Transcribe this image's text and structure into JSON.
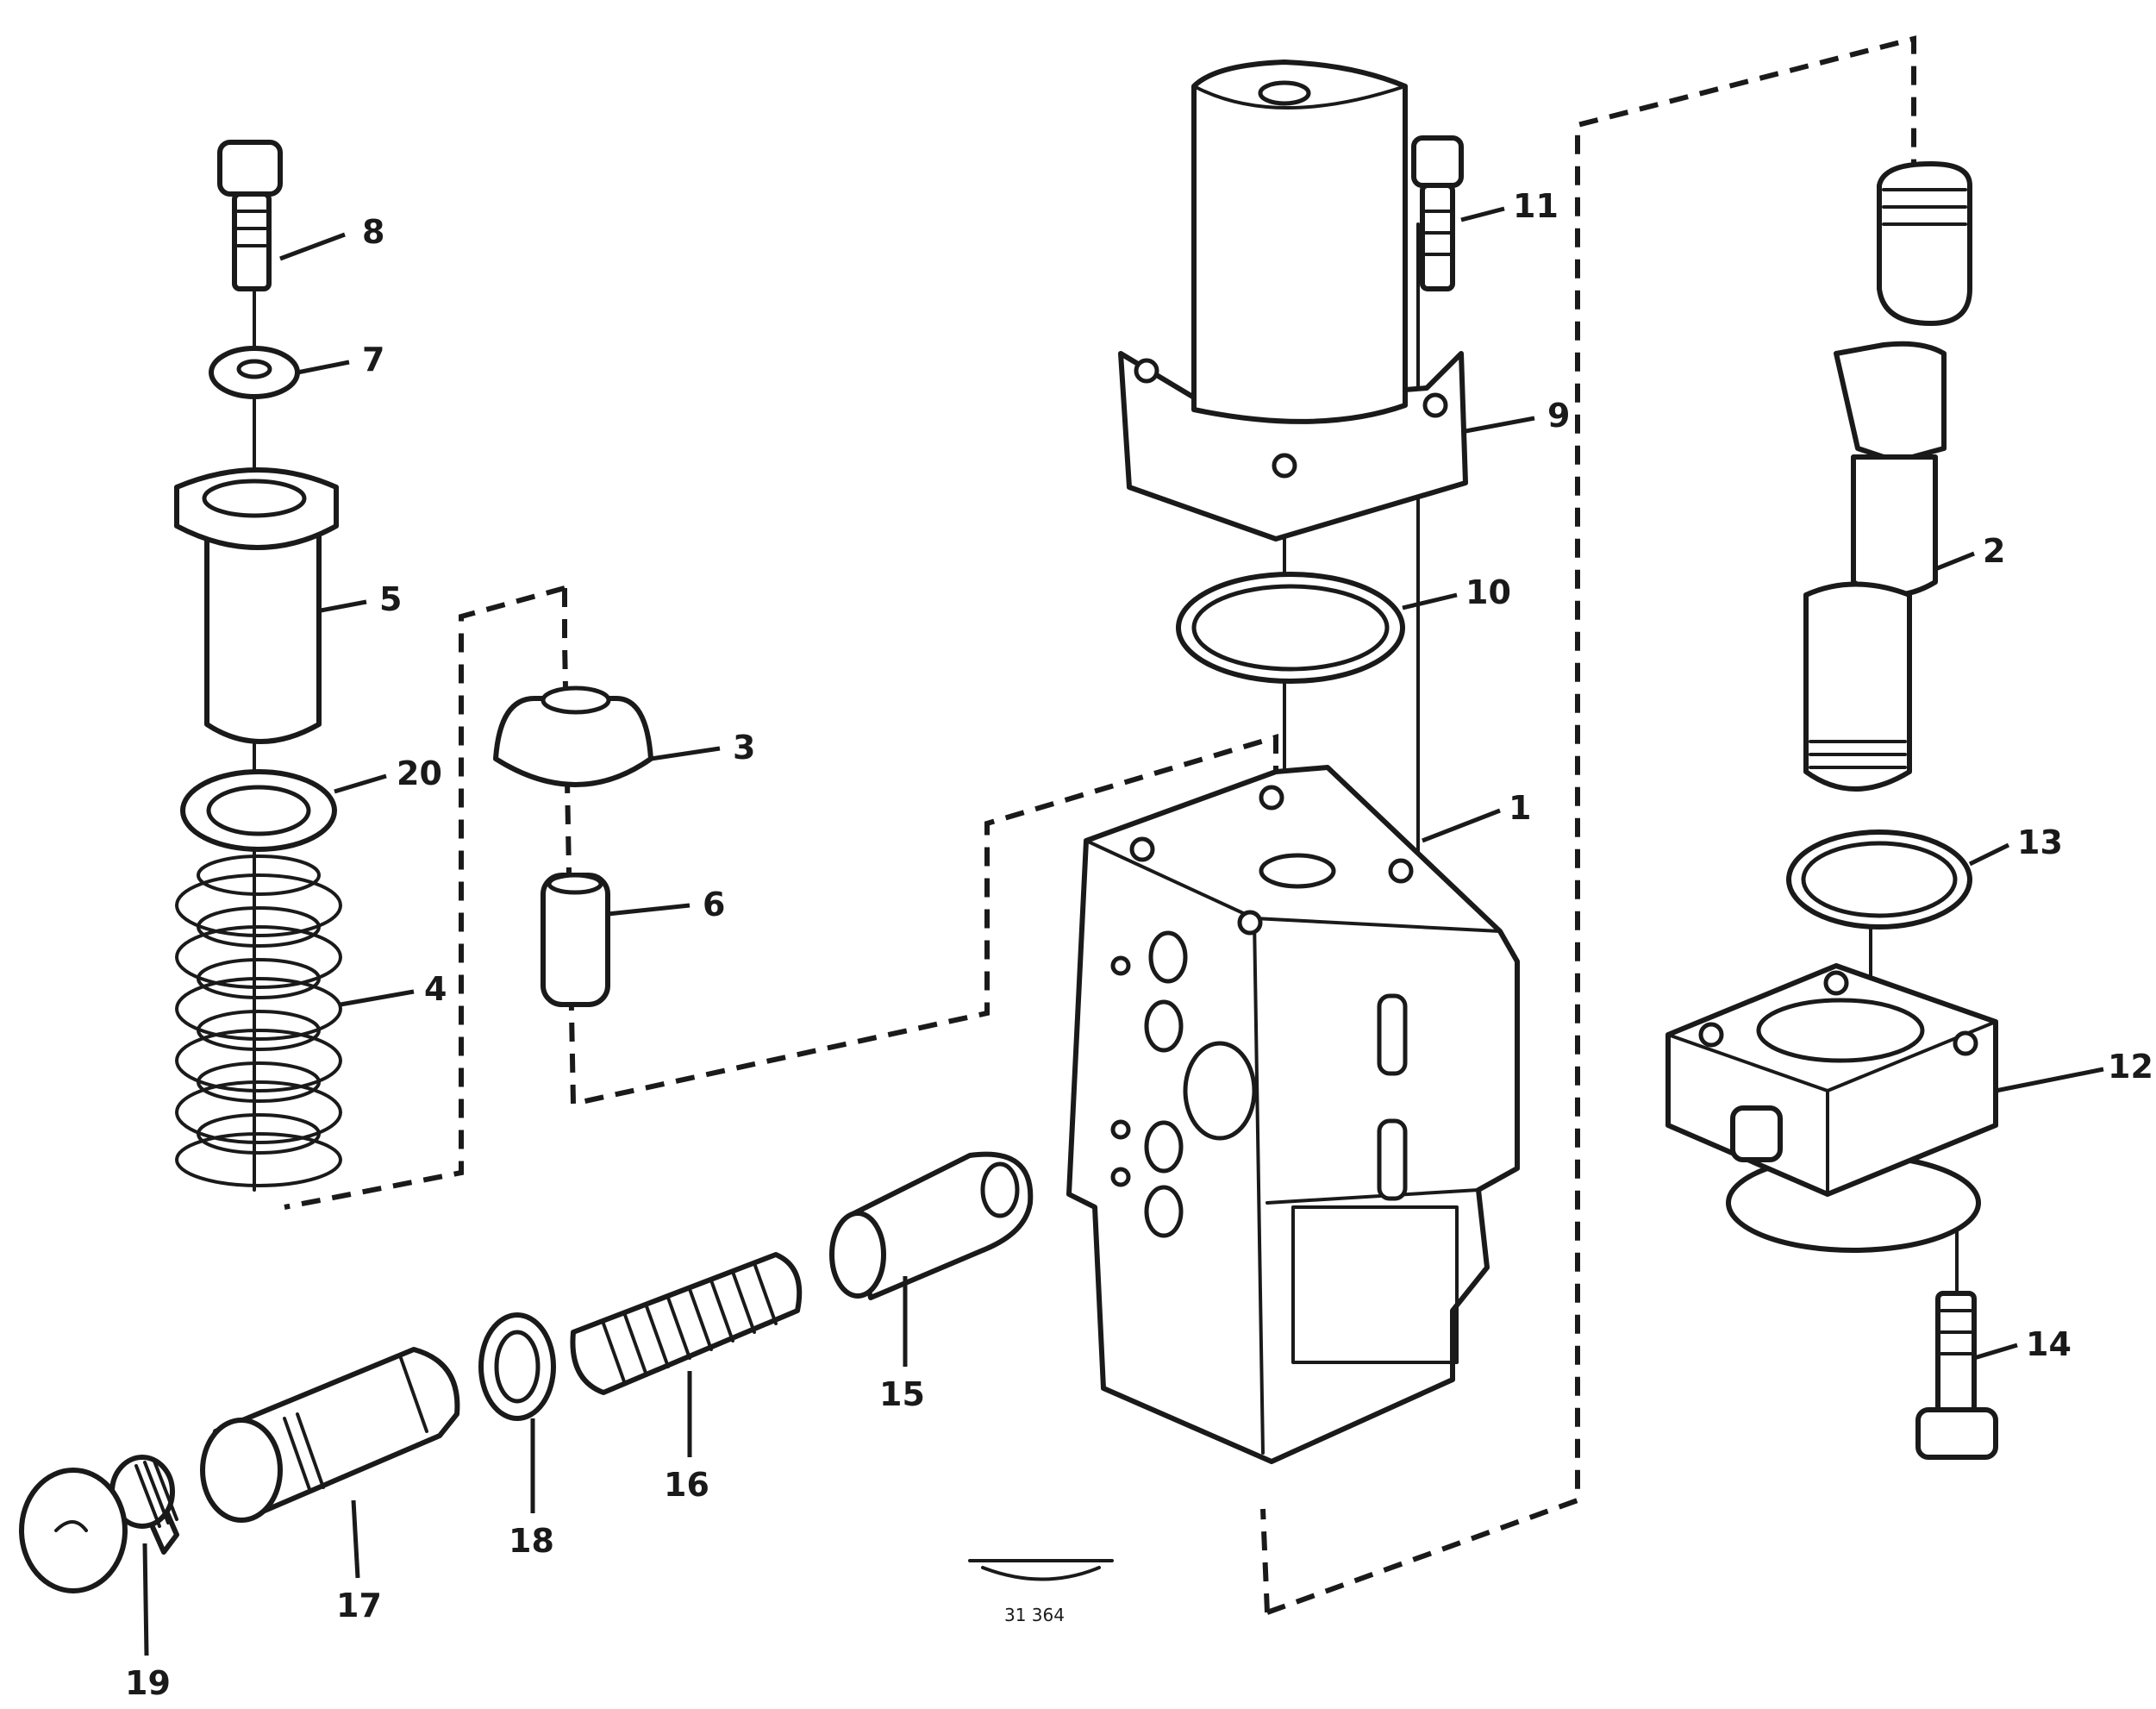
{
  "diagram": {
    "callouts": [
      {
        "id": "screw-top-left",
        "label": "8"
      },
      {
        "id": "washer",
        "label": "7"
      },
      {
        "id": "sleeve",
        "label": "5"
      },
      {
        "id": "ring-20",
        "label": "20"
      },
      {
        "id": "spring",
        "label": "4"
      },
      {
        "id": "cap",
        "label": "3"
      },
      {
        "id": "pin",
        "label": "6"
      },
      {
        "id": "solenoid-screw",
        "label": "11"
      },
      {
        "id": "solenoid",
        "label": "9"
      },
      {
        "id": "o-ring-10",
        "label": "10"
      },
      {
        "id": "valve-body",
        "label": "1"
      },
      {
        "id": "spool",
        "label": "2"
      },
      {
        "id": "o-ring-13",
        "label": "13"
      },
      {
        "id": "flange",
        "label": "12"
      },
      {
        "id": "flange-screw",
        "label": "14"
      },
      {
        "id": "piston",
        "label": "15"
      },
      {
        "id": "spring-16",
        "label": "16"
      },
      {
        "id": "seal-18",
        "label": "18"
      },
      {
        "id": "plug-17",
        "label": "17"
      },
      {
        "id": "end-plug",
        "label": "19"
      }
    ],
    "reference_code": "31 364"
  }
}
